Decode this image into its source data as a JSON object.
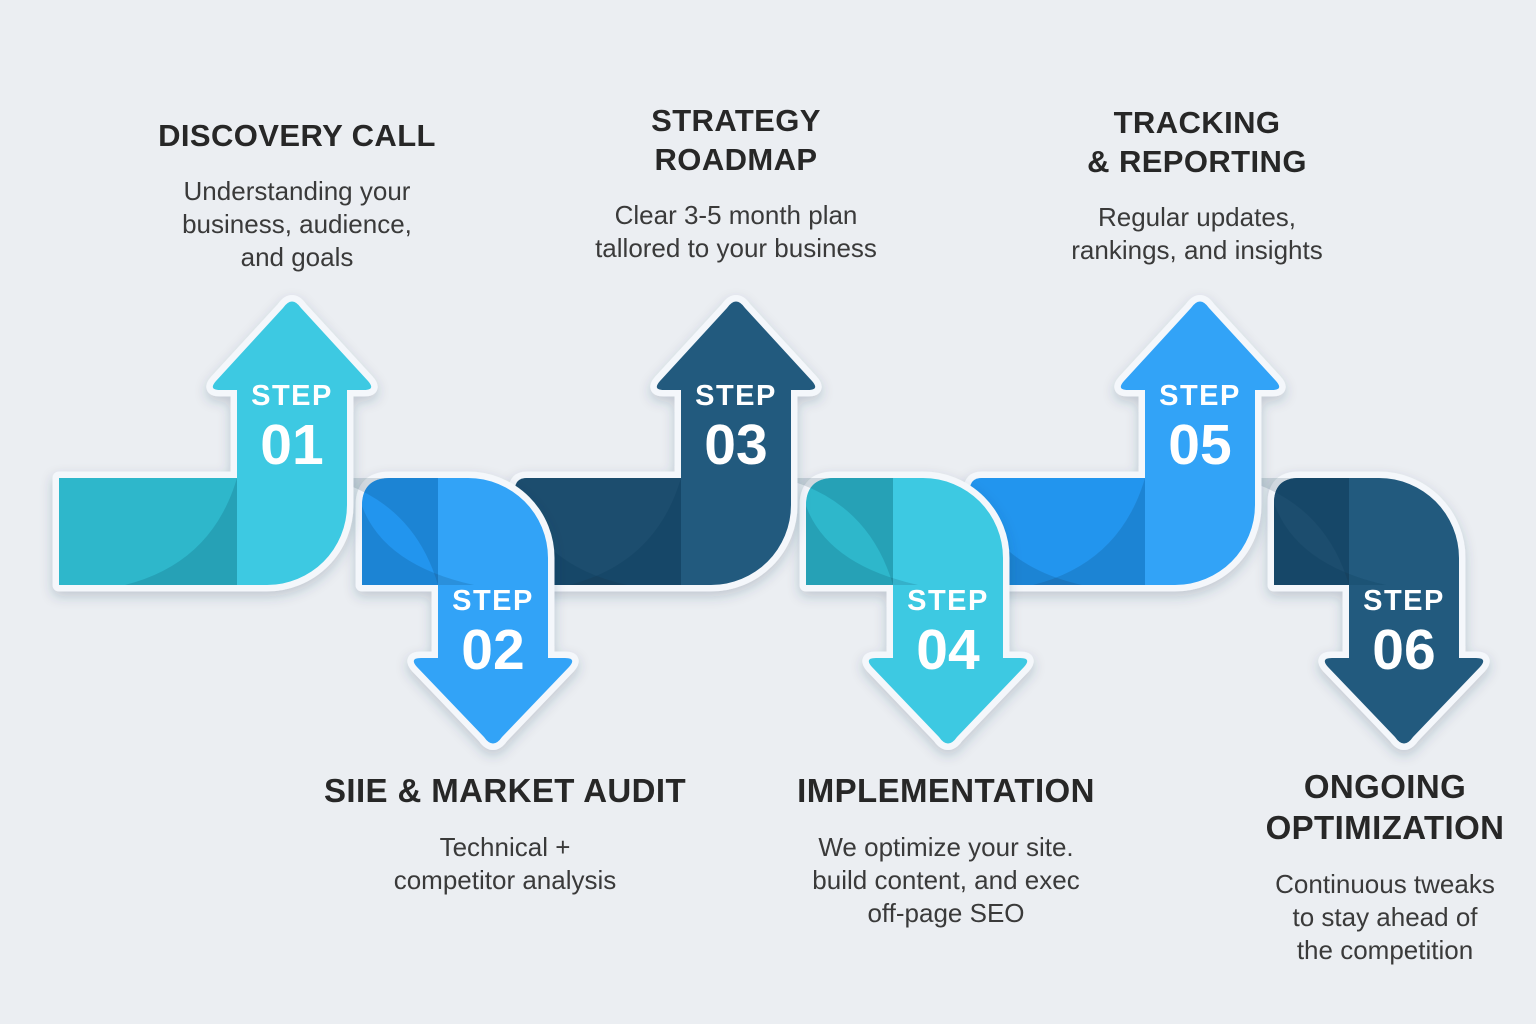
{
  "background_color": "#ebeef2",
  "gap_color": "#f4f7fb",
  "palette": {
    "cyan": {
      "band": "#2db7cb",
      "arrow": "#3cc9e2"
    },
    "blue": {
      "band": "#2495ee",
      "arrow": "#30a3f7"
    },
    "navy": {
      "band": "#1c4d6e",
      "arrow": "#215a7e"
    },
    "shade": "rgba(8,40,70,0.15)",
    "title_text": "#272727",
    "body_text": "#3a3a3a",
    "step_text": "#ffffff"
  },
  "steps": [
    {
      "label": "STEP",
      "number": "01",
      "direction": "up",
      "color": "cyan",
      "title_lines": [
        "DISCOVERY CALL"
      ],
      "desc_lines": [
        "Understanding your",
        "business, audience,",
        "and goals"
      ]
    },
    {
      "label": "STEP",
      "number": "02",
      "direction": "down",
      "color": "blue",
      "title_lines": [
        "SIIE & MARKET AUDIT"
      ],
      "desc_lines": [
        "Technical +",
        "competitor analysis"
      ]
    },
    {
      "label": "STEP",
      "number": "03",
      "direction": "up",
      "color": "navy",
      "title_lines": [
        "STRATEGY",
        "ROADMAP"
      ],
      "desc_lines": [
        "Clear 3-5 month plan",
        "tallored to your business"
      ]
    },
    {
      "label": "STEP",
      "number": "04",
      "direction": "down",
      "color": "cyan",
      "title_lines": [
        "IMPLEMENTATION"
      ],
      "desc_lines": [
        "We optimize your site.",
        "build content, and exec",
        "off-page SEO"
      ]
    },
    {
      "label": "STEP",
      "number": "05",
      "direction": "up",
      "color": "blue",
      "title_lines": [
        "TRACKING",
        "& REPORTING"
      ],
      "desc_lines": [
        "Regular updates,",
        "rankings, and insights"
      ]
    },
    {
      "label": "STEP",
      "number": "06",
      "direction": "down",
      "color": "navy",
      "title_lines": [
        "ONGOING",
        "OPTIMIZATION"
      ],
      "desc_lines": [
        "Continuous tweaks",
        "to stay ahead of",
        "the competition"
      ]
    }
  ]
}
